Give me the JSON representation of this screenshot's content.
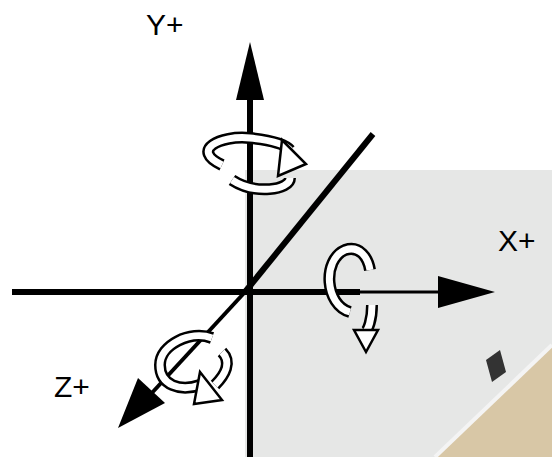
{
  "diagram": {
    "labels": [
      "Y+",
      "X+",
      "Z+"
    ]
  }
}
